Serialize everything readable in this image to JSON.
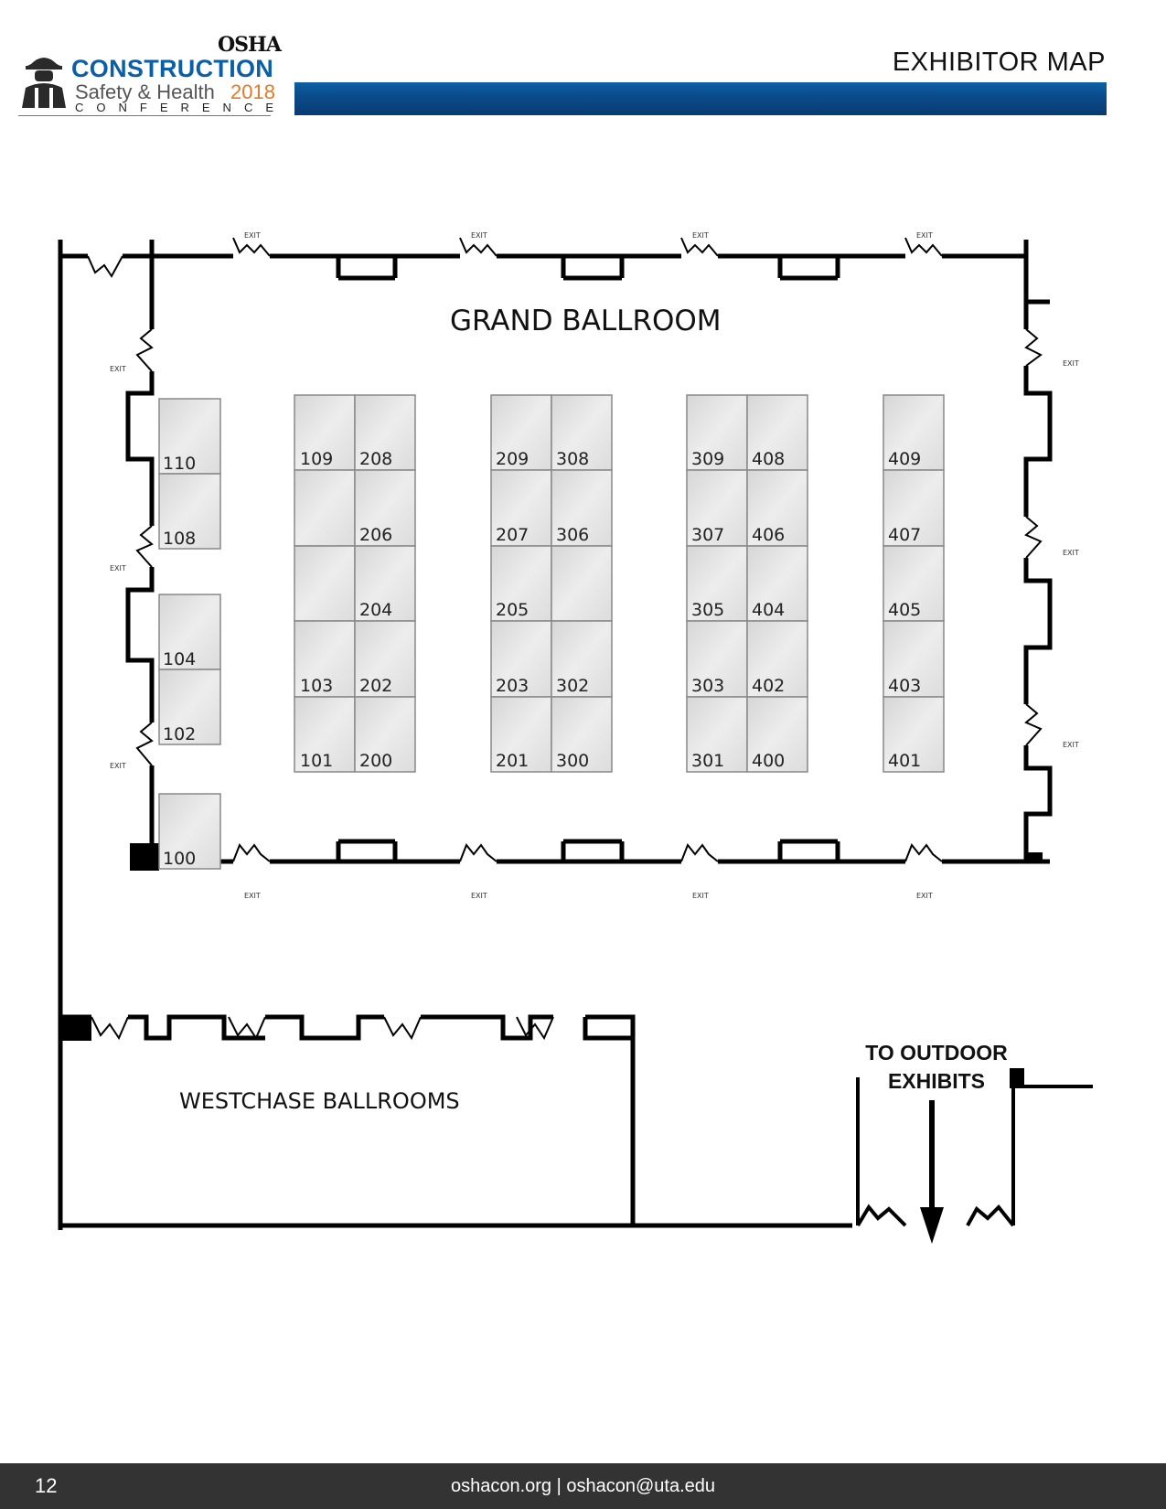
{
  "header": {
    "logo": {
      "osha": "OSHA",
      "construction": "CONSTRUCTION",
      "safety_health": "Safety & Health",
      "year": "2018",
      "conference": "CONFERENCE"
    },
    "title": "EXHIBITOR MAP",
    "bar_color": "#0a4a8a"
  },
  "map": {
    "grand_ballroom_label": "GRAND BALLROOM",
    "westchase_label": "WESTCHASE BALLROOMS",
    "outdoor_line1": "TO OUTDOOR",
    "outdoor_line2": "EXHIBITS",
    "exit_label": "EXIT",
    "booths": [
      "100",
      "101",
      "102",
      "103",
      "104",
      "108",
      "109",
      "110",
      "200",
      "201",
      "202",
      "203",
      "204",
      "205",
      "206",
      "207",
      "208",
      "209",
      "300",
      "301",
      "302",
      "303",
      "305",
      "306",
      "307",
      "308",
      "309",
      "400",
      "401",
      "402",
      "403",
      "404",
      "405",
      "406",
      "407",
      "408",
      "409"
    ]
  },
  "footer": {
    "page_number": "12",
    "contact": "oshacon.org | oshacon@uta.edu"
  }
}
